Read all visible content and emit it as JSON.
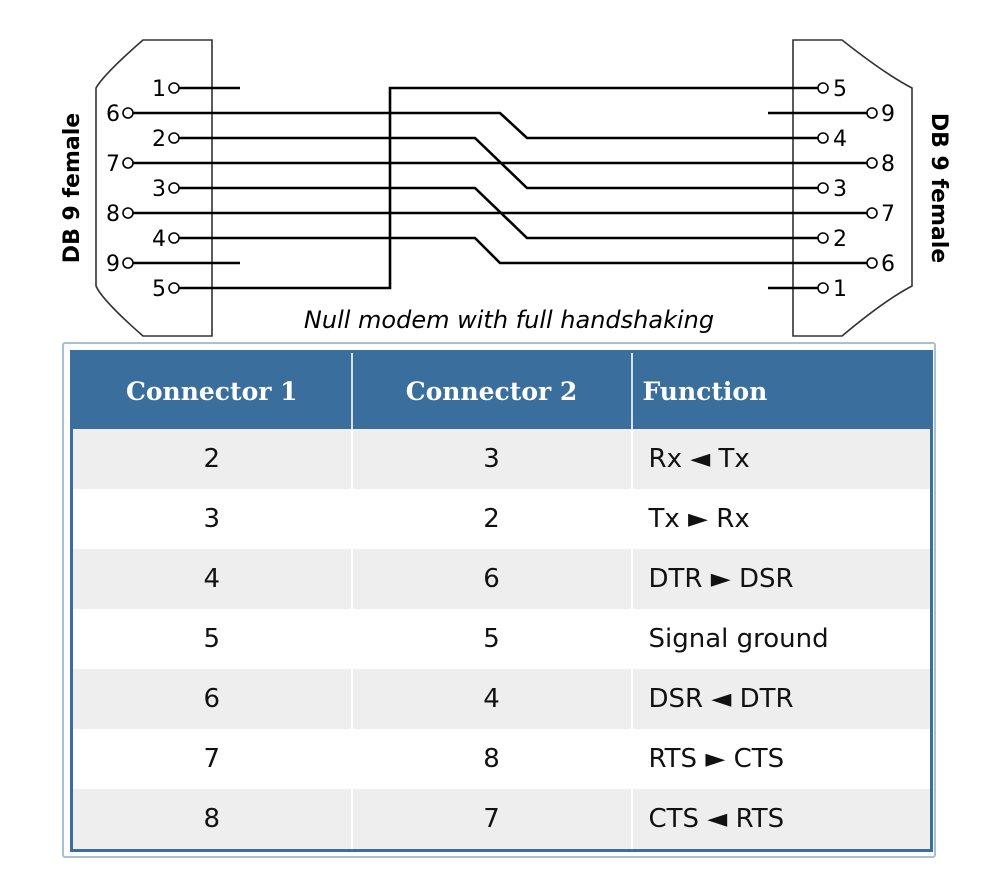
{
  "diagram": {
    "left_connector_label": "DB 9 female",
    "right_connector_label": "DB 9 female",
    "caption": "Null modem with full handshaking",
    "left_pins": [
      "1",
      "6",
      "2",
      "7",
      "3",
      "8",
      "4",
      "9",
      "5"
    ],
    "right_pins": [
      "5",
      "9",
      "4",
      "8",
      "3",
      "7",
      "2",
      "6",
      "1"
    ]
  },
  "table": {
    "headers": [
      "Connector 1",
      "Connector 2",
      "Function"
    ],
    "rows": [
      {
        "connector1": "2",
        "connector2": "3",
        "function": "Rx ◄ Tx"
      },
      {
        "connector1": "3",
        "connector2": "2",
        "function": "Tx ► Rx"
      },
      {
        "connector1": "4",
        "connector2": "6",
        "function": "DTR ► DSR"
      },
      {
        "connector1": "5",
        "connector2": "5",
        "function": "Signal ground"
      },
      {
        "connector1": "6",
        "connector2": "4",
        "function": "DSR ◄ DTR"
      },
      {
        "connector1": "7",
        "connector2": "8",
        "function": "RTS ► CTS"
      },
      {
        "connector1": "8",
        "connector2": "7",
        "function": "CTS ◄ RTS"
      }
    ]
  },
  "colors": {
    "header_bg": "#3a6f9d",
    "header_text": "#ffffff",
    "row_alt_bg": "#eeeeee",
    "border": "#3a6f9d"
  }
}
